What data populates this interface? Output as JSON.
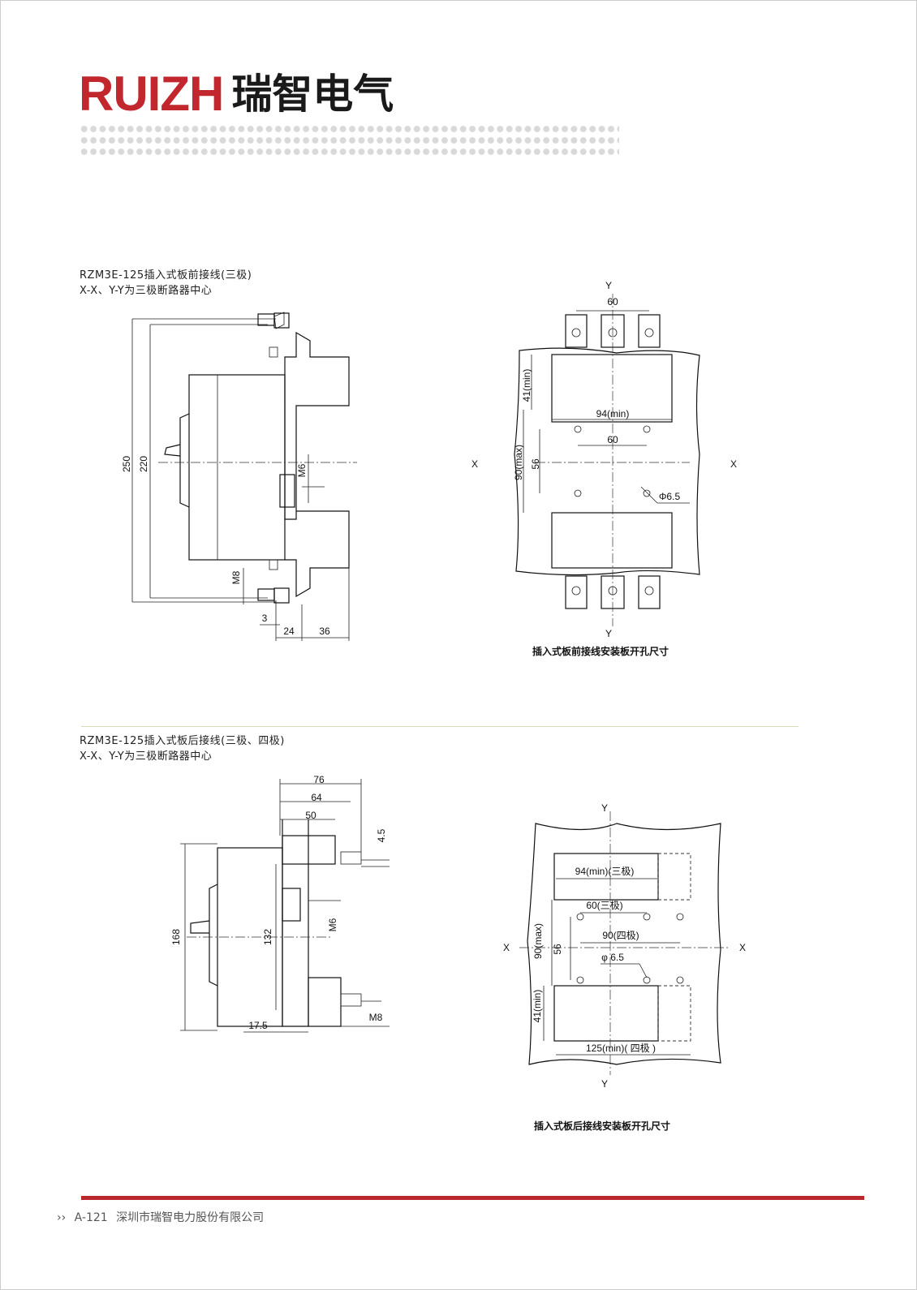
{
  "header": {
    "logo_en": "RUIZH",
    "logo_cn": "瑞智电气"
  },
  "section1": {
    "title": "RZM3E-125插入式板前接线(三极)",
    "subtitle": "X-X、Y-Y为三极断路器中心",
    "side_view": {
      "dim_250": "250",
      "dim_220": "220",
      "m6": "M6",
      "m8": "M8",
      "dim_3": "3",
      "dim_24": "24",
      "dim_36": "36"
    },
    "panel": {
      "y_top": "Y",
      "y_bottom": "Y",
      "x_left": "X",
      "x_right": "X",
      "dim_60_top": "60",
      "dim_41": "41(min)",
      "dim_94": "94(min)",
      "dim_60": "60",
      "dim_56": "56",
      "dim_90": "90(max)",
      "hole": "Φ6.5"
    },
    "caption": "插入式板前接线安装板开孔尺寸"
  },
  "section2": {
    "title": "RZM3E-125插入式板后接线(三极、四极)",
    "subtitle": "X-X、Y-Y为三极断路器中心",
    "side_view": {
      "dim_76": "76",
      "dim_64": "64",
      "dim_50": "50",
      "dim_4_5": "4.5",
      "dim_168": "168",
      "dim_132": "132",
      "m6": "M6",
      "dim_17_5": "17.5",
      "m8": "M8"
    },
    "panel": {
      "y_top": "Y",
      "y_bottom": "Y",
      "x_left": "X",
      "x_right": "X",
      "dim_94": "94(min)(三极)",
      "dim_60": "60(三极)",
      "dim_90_4p": "90(四极)",
      "dim_56": "56",
      "dim_90": "90(max)",
      "hole": "φ 6.5",
      "dim_41": "41(min)",
      "dim_125": "125(min)( 四极 )"
    },
    "caption": "插入式板后接线安装板开孔尺寸"
  },
  "footer": {
    "arrows": "››",
    "page": "A-121",
    "company": "深圳市瑞智电力股份有限公司"
  },
  "colors": {
    "brand_red": "#c1272d",
    "bar_red": "#b8282d"
  }
}
